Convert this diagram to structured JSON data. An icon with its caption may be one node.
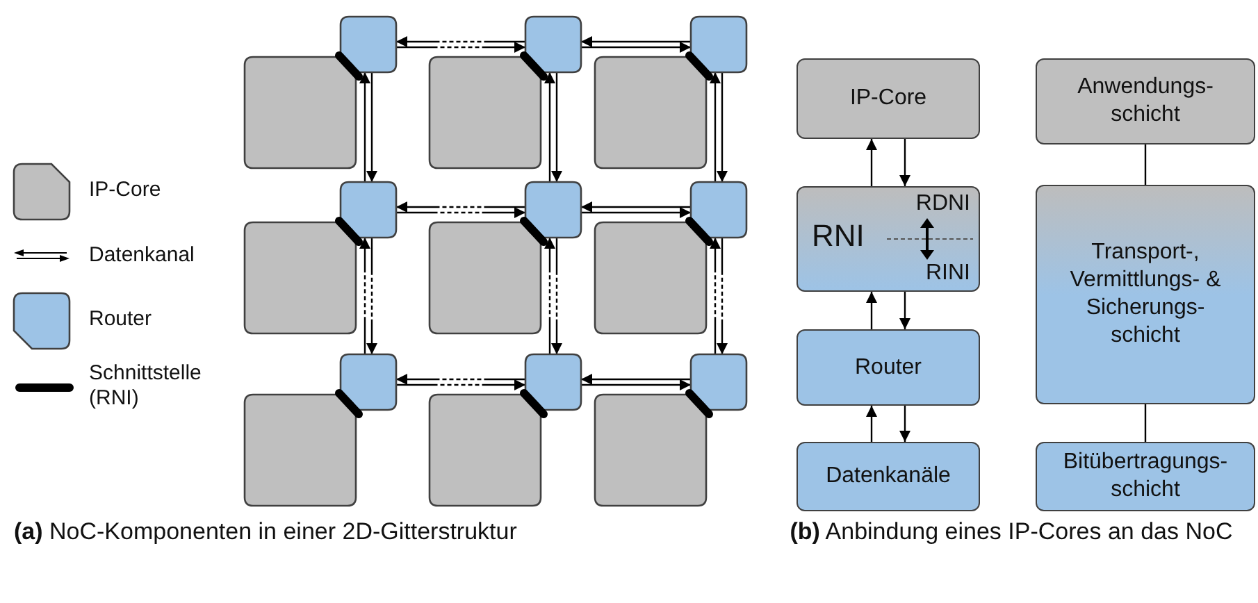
{
  "diagram": {
    "nodes": [
      {
        "text": [],
        "shape": "box"
      },
      {
        "text": [],
        "shape": "box"
      },
      {
        "text": [],
        "shape": "box"
      },
      {
        "text": [],
        "shape": "box"
      },
      {
        "text": [],
        "shape": "box"
      },
      {
        "text": [],
        "shape": "box"
      },
      {
        "text": [],
        "shape": "box"
      },
      {
        "text": [],
        "shape": "box"
      },
      {
        "text": [],
        "shape": "box"
      },
      {
        "text": [],
        "shape": "box"
      },
      {
        "text": [],
        "shape": "box"
      },
      {
        "text": [],
        "shape": "box"
      },
      {
        "text": [],
        "shape": "box"
      },
      {
        "text": [],
        "shape": "box"
      },
      {
        "text": [],
        "shape": "box"
      },
      {
        "text": [],
        "shape": "box"
      },
      {
        "text": [],
        "shape": "box"
      },
      {
        "text": [],
        "shape": "box"
      },
      {
        "text": [
          "IP-Core"
        ]
      },
      {
        "text": [
          "RNI",
          "RDNI",
          "RINI"
        ]
      },
      {
        "text": [
          "Router"
        ]
      },
      {
        "text": [
          "Datenkanäle"
        ]
      },
      {
        "text": [
          "Anwendungs- schicht"
        ]
      },
      {
        "text": [
          "Transport-, Vermittlungs- & Sicherungs- schicht"
        ]
      },
      {
        "text": [
          "Bitübertragungs- schicht"
        ]
      }
    ],
    "edges": [
      {
        "from": 1,
        "to": 0,
        "arrow": "to",
        "style": "dashed"
      },
      {
        "from": 0,
        "to": 1,
        "arrow": "to",
        "style": "dashed"
      },
      {
        "from": 2,
        "to": 1,
        "arrow": "to"
      },
      {
        "from": 1,
        "to": 2,
        "arrow": "to"
      },
      {
        "from": 4,
        "to": 3,
        "arrow": "to",
        "style": "dashed"
      },
      {
        "from": 3,
        "to": 4,
        "arrow": "to",
        "style": "dashed"
      },
      {
        "from": 5,
        "to": 4,
        "arrow": "to"
      },
      {
        "from": 4,
        "to": 5,
        "arrow": "to"
      },
      {
        "from": 7,
        "to": 6,
        "arrow": "to",
        "style": "dashed"
      },
      {
        "from": 6,
        "to": 7,
        "arrow": "to",
        "style": "dashed"
      },
      {
        "from": 8,
        "to": 7,
        "arrow": "to"
      },
      {
        "from": 7,
        "to": 8,
        "arrow": "to"
      },
      {
        "from": 3,
        "to": 0,
        "arrow": "to"
      },
      {
        "from": 0,
        "to": 3,
        "arrow": "to"
      },
      {
        "from": 4,
        "to": 1,
        "arrow": "to"
      },
      {
        "from": 1,
        "to": 4,
        "arrow": "to"
      },
      {
        "from": 5,
        "to": 2,
        "arrow": "to"
      },
      {
        "from": 2,
        "to": 5,
        "arrow": "to"
      },
      {
        "from": 6,
        "to": 3,
        "arrow": "to",
        "style": "dashed"
      },
      {
        "from": 3,
        "to": 6,
        "arrow": "to",
        "style": "dashed"
      },
      {
        "from": 7,
        "to": 4,
        "arrow": "to",
        "style": "dashed"
      },
      {
        "from": 4,
        "to": 7,
        "arrow": "to",
        "style": "dashed"
      },
      {
        "from": 8,
        "to": 5,
        "arrow": "to",
        "style": "dashed"
      },
      {
        "from": 5,
        "to": 8,
        "arrow": "to",
        "style": "dashed"
      },
      {
        "from": 9,
        "to": 0,
        "arrow": "none",
        "style": "thick"
      },
      {
        "from": 10,
        "to": 1,
        "arrow": "none",
        "style": "thick"
      },
      {
        "from": 11,
        "to": 2,
        "arrow": "none",
        "style": "thick"
      },
      {
        "from": 12,
        "to": 3,
        "arrow": "none",
        "style": "thick"
      },
      {
        "from": 13,
        "to": 4,
        "arrow": "none",
        "style": "thick"
      },
      {
        "from": 14,
        "to": 5,
        "arrow": "none",
        "style": "thick"
      },
      {
        "from": 15,
        "to": 6,
        "arrow": "none",
        "style": "thick"
      },
      {
        "from": 16,
        "to": 7,
        "arrow": "none",
        "style": "thick"
      },
      {
        "from": 17,
        "to": 8,
        "arrow": "none",
        "style": "thick"
      },
      {
        "from": 19,
        "to": 18,
        "arrow": "to"
      },
      {
        "from": 18,
        "to": 19,
        "arrow": "to"
      },
      {
        "from": 20,
        "to": 19,
        "arrow": "to"
      },
      {
        "from": 19,
        "to": 20,
        "arrow": "to"
      },
      {
        "from": 21,
        "to": 20,
        "arrow": "to"
      },
      {
        "from": 20,
        "to": 21,
        "arrow": "to"
      },
      {
        "from": 22,
        "to": 23,
        "arrow": "none"
      },
      {
        "from": 23,
        "to": 24,
        "arrow": "none"
      }
    ],
    "labels": [
      "**(a)** NoC-Komponenten in einer 2D-Gitterstruktur",
      "**(b)** Anbindung eines IP-Cores an das NoC"
    ],
    "legend": [
      {
        "text": "IP-Core",
        "color": "#bfbfbf"
      },
      {
        "text": "Datenkanal"
      },
      {
        "text": "Router",
        "color": "#9dc3e6"
      },
      {
        "text": "Schnittstelle (RNI)"
      }
    ]
  }
}
